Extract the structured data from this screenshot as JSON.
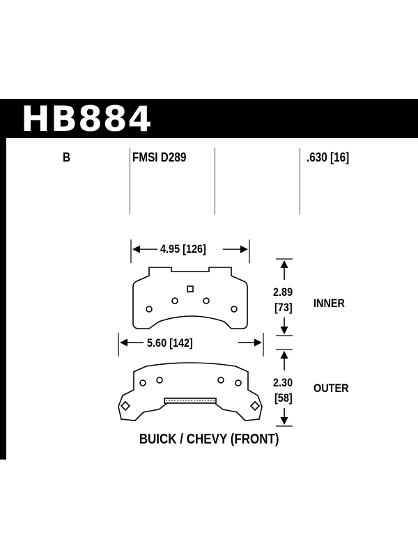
{
  "header": {
    "part_number": "HB884"
  },
  "specs": {
    "compound": "B",
    "fmsi": "FMSI D289",
    "thickness": ".630 [16]"
  },
  "inner": {
    "width": "4.95 [126]",
    "height_in": "2.89",
    "height_mm": "[73]",
    "label": "INNER"
  },
  "outer": {
    "width": "5.60 [142]",
    "height_in": "2.30",
    "height_mm": "[58]",
    "label": "OUTER"
  },
  "application": "BUICK / CHEVY (FRONT)"
}
